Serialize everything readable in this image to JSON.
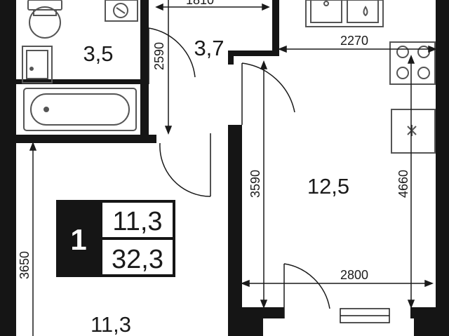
{
  "areas": {
    "bathroom": "3,5",
    "hallway": "3,7",
    "kitchen": "12,5",
    "room": "11,3"
  },
  "dimensions": {
    "hall_width": "1810",
    "hall_height": "2590",
    "kitchen_top": "2270",
    "kitchen_height_left": "3590",
    "kitchen_height_right": "4660",
    "kitchen_width": "2800",
    "room_height": "3650"
  },
  "summary": {
    "rooms_count": "1",
    "living_area": "11,3",
    "total_area": "32,3"
  },
  "colors": {
    "wall": "#151515",
    "line": "#1a1a1a",
    "fixture": "#555555"
  }
}
